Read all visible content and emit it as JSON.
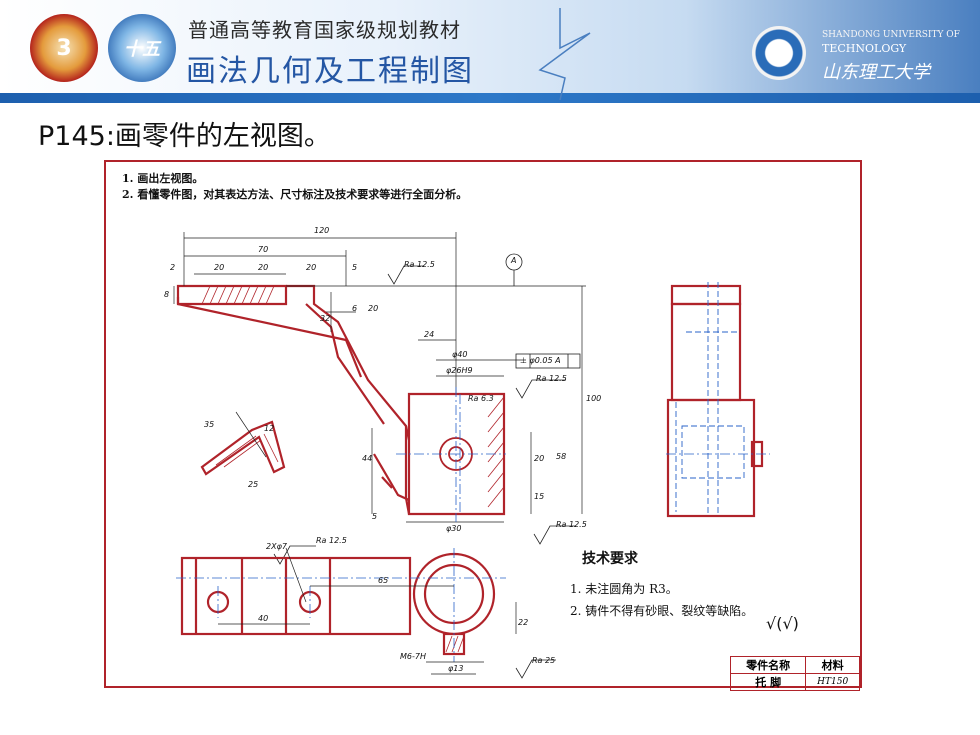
{
  "header": {
    "slogan": "普通高等教育国家级规划教材",
    "title": "画法几何及工程制图",
    "logo1_char": "3",
    "logo2_char": "十五",
    "university_en_line1": "SHANDONG UNIVERSITY OF",
    "university_en_line2": "TECHNOLOGY",
    "university_cn": "山东理工大学"
  },
  "page": {
    "heading": "P145:画零件的左视图。"
  },
  "drawing": {
    "instructions": [
      "1. 画出左视图。",
      "2. 看懂零件图，对其表达方法、尺寸标注及技术要求等进行全面分析。"
    ],
    "dims": {
      "d120": "120",
      "d70": "70",
      "d20a": "20",
      "d20b": "20",
      "d20c": "20",
      "d5": "5",
      "d2": "2",
      "d8": "8",
      "d6": "6",
      "d20v": "20",
      "d32": "32",
      "d24": "24",
      "phi40": "φ40",
      "phi26h9": "φ26H9",
      "tol": "⊥ φ0.05 A",
      "datum": "A",
      "ra125_top": "Ra 12.5",
      "ra125_mid": "Ra 12.5",
      "ra63": "Ra 6.3",
      "d100": "100",
      "d58": "58",
      "d20c2": "20",
      "d15": "15",
      "d35": "35",
      "d12": "12",
      "d44": "44",
      "d25": "25",
      "d5b": "5",
      "phi30": "φ30",
      "ra125_bot": "Ra 12.5",
      "holes": "2Xφ7",
      "ra125_holes": "Ra 12.5",
      "d65": "65",
      "d40": "40",
      "m6": "M6-7H",
      "phi13": "φ13",
      "d22": "22",
      "ra25": "Ra 25"
    },
    "tech_title": "技术要求",
    "tech_items": [
      "1. 未注圆角为 R3。",
      "2. 铸件不得有砂眼、裂纹等缺陷。"
    ],
    "roughness_general": "√(√)",
    "title_block": {
      "part_name_label": "零件名称",
      "material_label": "材料",
      "part_name": "托 脚",
      "material": "HT150"
    }
  },
  "colors": {
    "outline": "#b0232a",
    "centerline": "#2a63c9",
    "banner_blue": "#2d78c8"
  }
}
